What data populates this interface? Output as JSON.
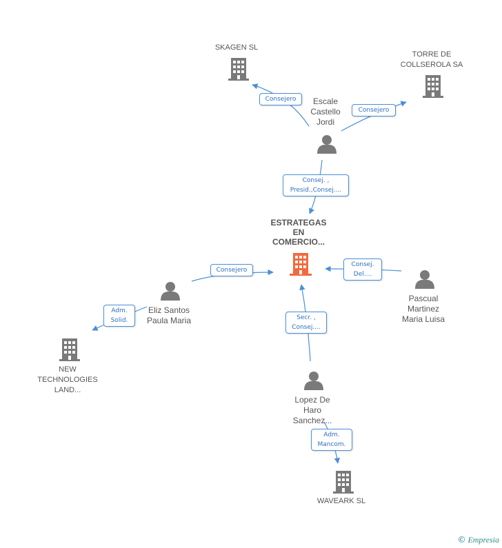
{
  "colors": {
    "edge": "#4a8fd8",
    "node": "#7a7a7a",
    "main_node": "#f26a3d"
  },
  "nodes": {
    "skagen": {
      "label": "SKAGEN SL",
      "icon": "building-icon"
    },
    "torre": {
      "label_line1": "TORRE DE",
      "label_line2": "COLLSEROLA SA",
      "icon": "building-icon"
    },
    "escale": {
      "label_line1": "Escale",
      "label_line2": "Castello",
      "label_line3": "Jordi",
      "icon": "person-icon"
    },
    "main": {
      "label_line1": "ESTRATEGAS",
      "label_line2": "EN",
      "label_line3": "COMERCIO...",
      "icon": "building-icon"
    },
    "eliz": {
      "label_line1": "Eliz Santos",
      "label_line2": "Paula Maria",
      "icon": "person-icon"
    },
    "pascual": {
      "label_line1": "Pascual",
      "label_line2": "Martinez",
      "label_line3": "Maria Luisa",
      "icon": "person-icon"
    },
    "newtech": {
      "label_line1": "NEW",
      "label_line2": "TECHNOLOGIES",
      "label_line3": "LAND...",
      "icon": "building-icon"
    },
    "lopez": {
      "label_line1": "Lopez De",
      "label_line2": "Haro",
      "label_line3": "Sanchez...",
      "icon": "person-icon"
    },
    "waveark": {
      "label": "WAVEARK SL",
      "icon": "building-icon"
    }
  },
  "edges": {
    "escale_skagen": "Consejero",
    "escale_torre": "Consejero",
    "escale_main_line1": "Consej. ,",
    "escale_main_line2": "Presid.,Consej....",
    "eliz_main": "Consejero",
    "eliz_newtech_line1": "Adm.",
    "eliz_newtech_line2": "Solid.",
    "pascual_main_line1": "Consej.",
    "pascual_main_line2": "Del....",
    "lopez_main_line1": "Secr. ,",
    "lopez_main_line2": "Consej....",
    "lopez_waveark_line1": "Adm.",
    "lopez_waveark_line2": "Mancom."
  },
  "footer": {
    "copyright_symbol": "©",
    "brand": "Empresia"
  }
}
